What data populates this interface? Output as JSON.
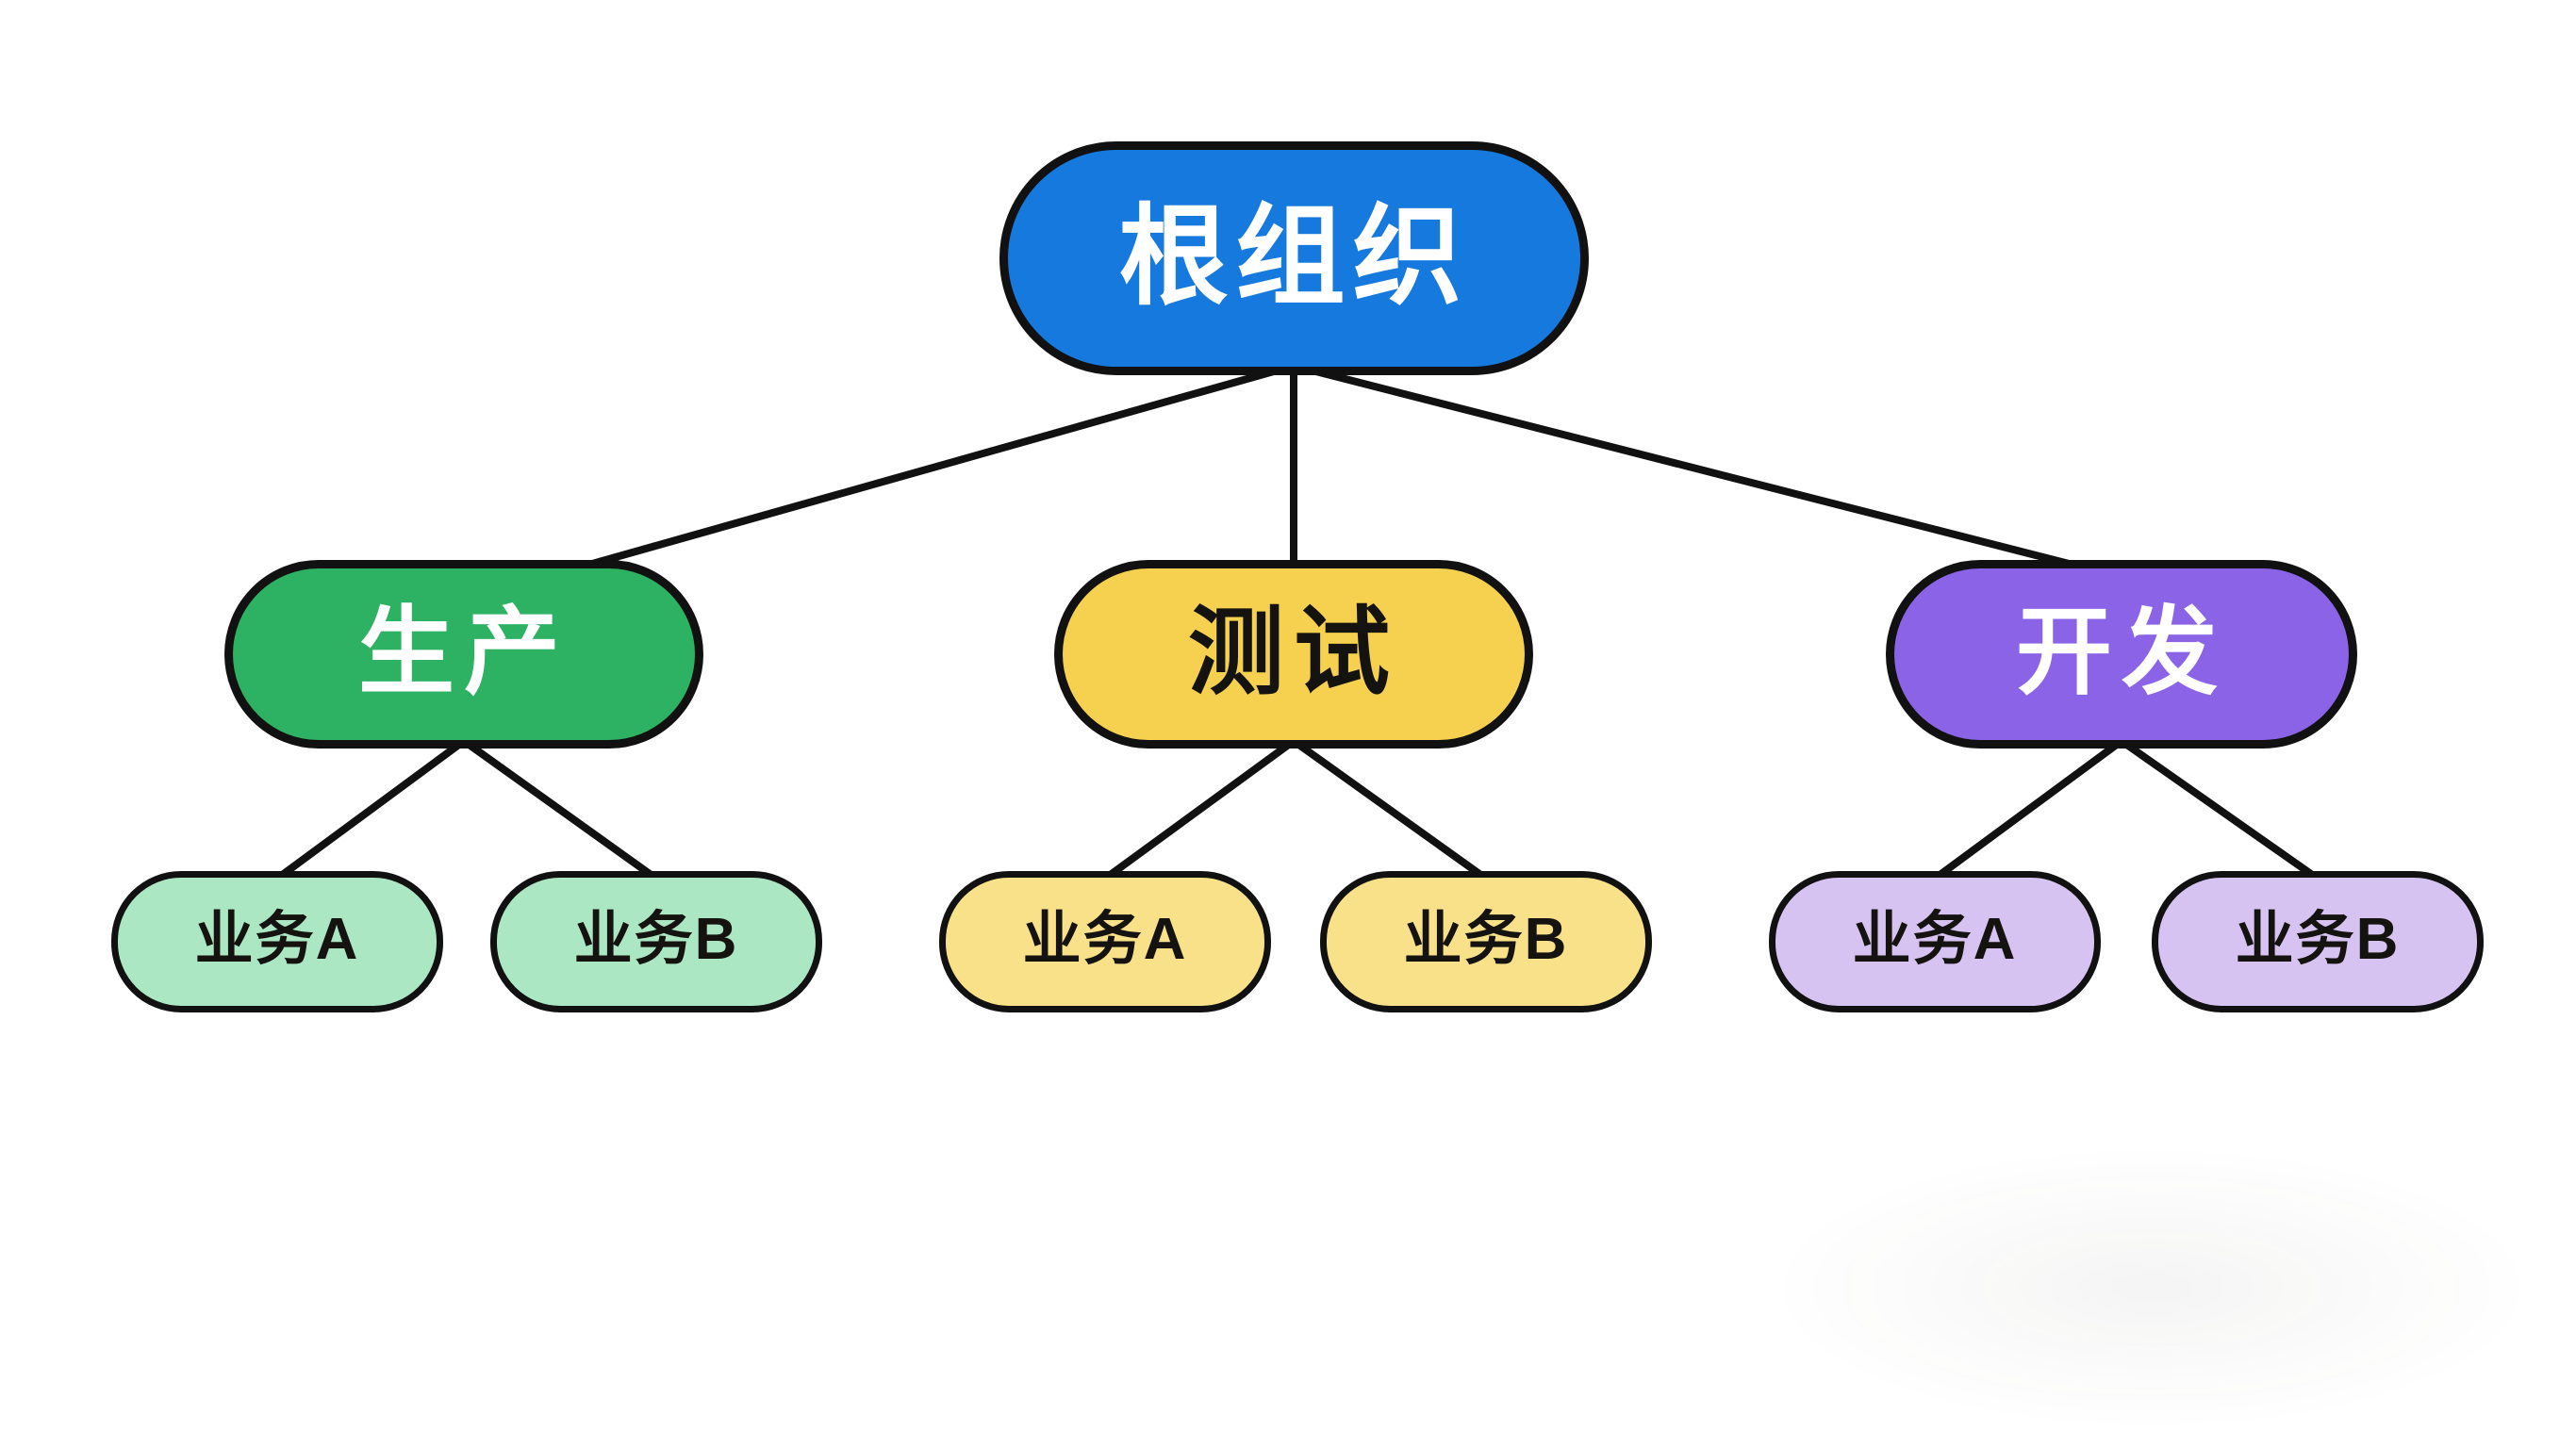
{
  "diagram": {
    "type": "org-tree",
    "background_color": "#ffffff",
    "edge_color": "#111111",
    "nodes": [
      {
        "id": "root",
        "label": "根组织",
        "level": 1,
        "fill": "#1679dd",
        "text_color": "#ffffff",
        "border_color": "#111111"
      },
      {
        "id": "production",
        "label": "生产",
        "level": 2,
        "fill": "#2db163",
        "text_color": "#ffffff",
        "border_color": "#111111"
      },
      {
        "id": "testing",
        "label": "测试",
        "level": 2,
        "fill": "#f5d14f",
        "text_color": "#151310",
        "border_color": "#111111"
      },
      {
        "id": "development",
        "label": "开发",
        "level": 2,
        "fill": "#8a63e6",
        "text_color": "#ffffff",
        "border_color": "#111111"
      },
      {
        "id": "production-biz-a",
        "label": "业务A",
        "level": 3,
        "parent": "production",
        "fill": "#abe7c3",
        "text_color": "#151310",
        "border_color": "#111111"
      },
      {
        "id": "production-biz-b",
        "label": "业务B",
        "level": 3,
        "parent": "production",
        "fill": "#abe7c3",
        "text_color": "#151310",
        "border_color": "#111111"
      },
      {
        "id": "testing-biz-a",
        "label": "业务A",
        "level": 3,
        "parent": "testing",
        "fill": "#f8e188",
        "text_color": "#151310",
        "border_color": "#111111"
      },
      {
        "id": "testing-biz-b",
        "label": "业务B",
        "level": 3,
        "parent": "testing",
        "fill": "#f8e188",
        "text_color": "#151310",
        "border_color": "#111111"
      },
      {
        "id": "development-biz-a",
        "label": "业务A",
        "level": 3,
        "parent": "development",
        "fill": "#d7c3f2",
        "text_color": "#151310",
        "border_color": "#111111"
      },
      {
        "id": "development-biz-b",
        "label": "业务B",
        "level": 3,
        "parent": "development",
        "fill": "#d7c3f2",
        "text_color": "#151310",
        "border_color": "#111111"
      }
    ],
    "edges": [
      {
        "from": "root",
        "to": "production"
      },
      {
        "from": "root",
        "to": "testing"
      },
      {
        "from": "root",
        "to": "development"
      },
      {
        "from": "production",
        "to": "production-biz-a"
      },
      {
        "from": "production",
        "to": "production-biz-b"
      },
      {
        "from": "testing",
        "to": "testing-biz-a"
      },
      {
        "from": "testing",
        "to": "testing-biz-b"
      },
      {
        "from": "development",
        "to": "development-biz-a"
      },
      {
        "from": "development",
        "to": "development-biz-b"
      }
    ]
  }
}
